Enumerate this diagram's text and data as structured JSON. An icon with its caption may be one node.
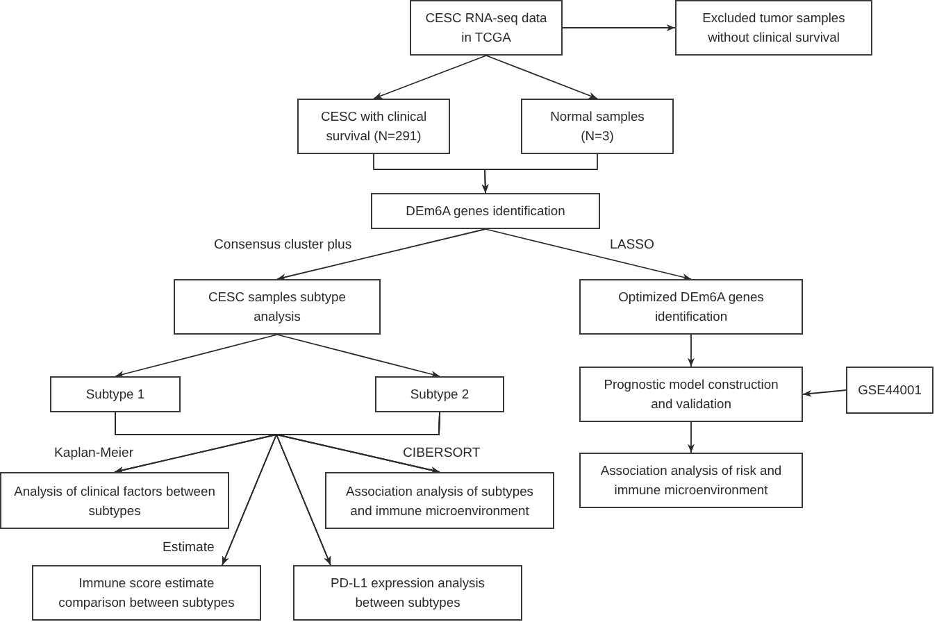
{
  "diagram": {
    "nodes": [
      {
        "text": [
          "CESC RNA-seq data in TCGA"
        ]
      },
      {
        "text": [
          "Excluded tumor samples without clinical survival"
        ]
      },
      {
        "text": [
          "CESC with clinical survival (N=291)"
        ]
      },
      {
        "text": [
          "Normal samples (N=3)"
        ]
      },
      {
        "text": [
          "DEm6A genes identification"
        ]
      },
      {
        "text": [
          "CESC samples subtype analysis"
        ]
      },
      {
        "text": [
          "Optimized DEm6A genes identification"
        ]
      },
      {
        "text": [
          "Subtype 1"
        ]
      },
      {
        "text": [
          "Subtype 2"
        ]
      },
      {
        "text": [
          "Prognostic model construction and validation"
        ]
      },
      {
        "text": [
          "GSE44001"
        ]
      },
      {
        "text": [
          "Association analysis of risk and immune microenvironment"
        ]
      },
      {
        "text": [
          "Analysis of clinical factors between subtypes"
        ]
      },
      {
        "text": [
          "Association analysis of subtypes and immune microenvironment"
        ]
      },
      {
        "text": [
          "Immune score estimate comparison between subtypes"
        ]
      },
      {
        "text": [
          "PD-L1 expression analysis between subtypes"
        ]
      }
    ],
    "edges": [
      {
        "from": 0,
        "to": 1,
        "arrow": "to"
      },
      {
        "from": 0,
        "to": 2,
        "arrow": "to"
      },
      {
        "from": 0,
        "to": 3,
        "arrow": "to"
      },
      {
        "from": 2,
        "to": 4,
        "arrow": "to"
      },
      {
        "from": 3,
        "to": 4,
        "arrow": "to"
      },
      {
        "from": 4,
        "to": 5,
        "arrow": "to",
        "label": "Consensus cluster plus"
      },
      {
        "from": 4,
        "to": 6,
        "arrow": "to",
        "label": "LASSO"
      },
      {
        "from": 5,
        "to": 7,
        "arrow": "to"
      },
      {
        "from": 5,
        "to": 8,
        "arrow": "to"
      },
      {
        "from": 6,
        "to": 9,
        "arrow": "to"
      },
      {
        "from": 10,
        "to": 9,
        "arrow": "to"
      },
      {
        "from": 9,
        "to": 11,
        "arrow": "to"
      },
      {
        "from": 7,
        "to": 12,
        "arrow": "to",
        "label": "Kaplan-Meier"
      },
      {
        "from": 7,
        "to": 13,
        "arrow": "to",
        "label": "CIBERSORT"
      },
      {
        "from": 7,
        "to": 14,
        "arrow": "to",
        "label": "Estimate"
      },
      {
        "from": 7,
        "to": 15,
        "arrow": "to"
      },
      {
        "from": 8,
        "to": 12,
        "arrow": "to"
      },
      {
        "from": 8,
        "to": 13,
        "arrow": "to"
      },
      {
        "from": 8,
        "to": 14,
        "arrow": "to"
      },
      {
        "from": 8,
        "to": 15,
        "arrow": "to"
      }
    ]
  }
}
